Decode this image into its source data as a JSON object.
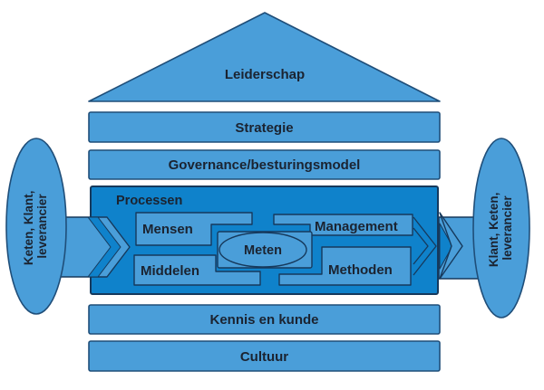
{
  "theme": {
    "bg": "#ffffff",
    "light-blue": "#4A9ED9",
    "dark-blue": "#0F82CB",
    "outline": "#1F4E79",
    "outline-dark": "#16395C",
    "text": "#1B2330"
  },
  "diagram": {
    "roof": {
      "label": "Leiderschap"
    },
    "bars": {
      "strategie": "Strategie",
      "governance": "Governance/besturingsmodel",
      "kennis": "Kennis en kunde",
      "cultuur": "Cultuur"
    },
    "process_box": {
      "label": "Processen",
      "mensen": "Mensen",
      "management": "Management",
      "meten": "Meten",
      "middelen": "Middelen",
      "methoden": "Methoden"
    },
    "left_ellipse": {
      "line1": "Keten, Klant,",
      "line2": "leverancier"
    },
    "right_ellipse": {
      "line1": "Klant, Keten,",
      "line2": "leverancier"
    }
  }
}
